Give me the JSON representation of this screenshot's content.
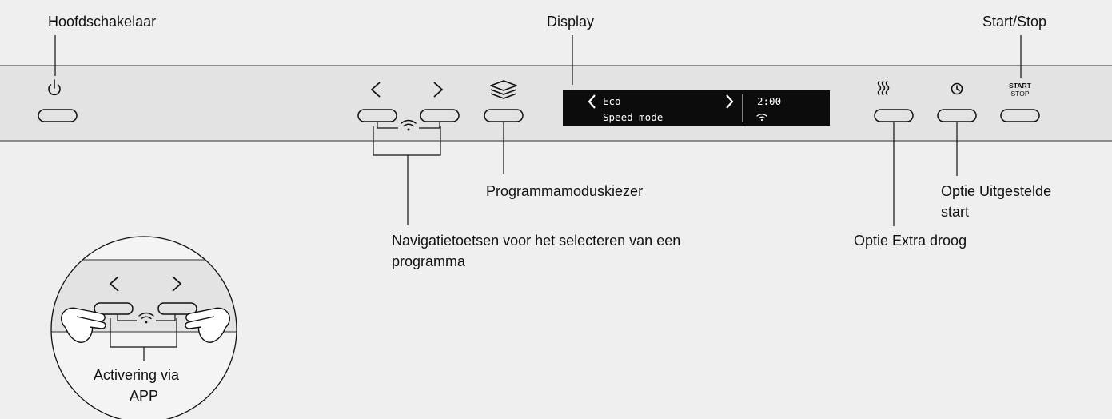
{
  "labels": {
    "main_switch": "Hoofdschakelaar",
    "display": "Display",
    "start_stop": "Start/Stop",
    "program_mode_selector": "Programmamoduskiezer",
    "navigation_keys_line1": "Navigatietoetsen voor het selecteren van een",
    "navigation_keys_line2": "programma",
    "delayed_start_line1": "Optie Uitgestelde",
    "delayed_start_line2": "start",
    "extra_dry": "Optie Extra droog",
    "app_activation_line1": "Activering via",
    "app_activation_line2": "APP"
  },
  "display": {
    "program": "Eco",
    "mode": "Speed mode",
    "time": "2:00"
  },
  "start_button": {
    "top": "START",
    "bottom": "STOP"
  },
  "icons": [
    "power-icon",
    "chevron-left-icon",
    "chevron-right-icon",
    "wifi-icon",
    "program-mode-icon",
    "extra-dry-icon",
    "clock-icon",
    "hand-icon"
  ],
  "colors": {
    "background": "#efefef",
    "panel": "#e4e4e4",
    "display": "#0c0c0c",
    "line": "#111111"
  }
}
